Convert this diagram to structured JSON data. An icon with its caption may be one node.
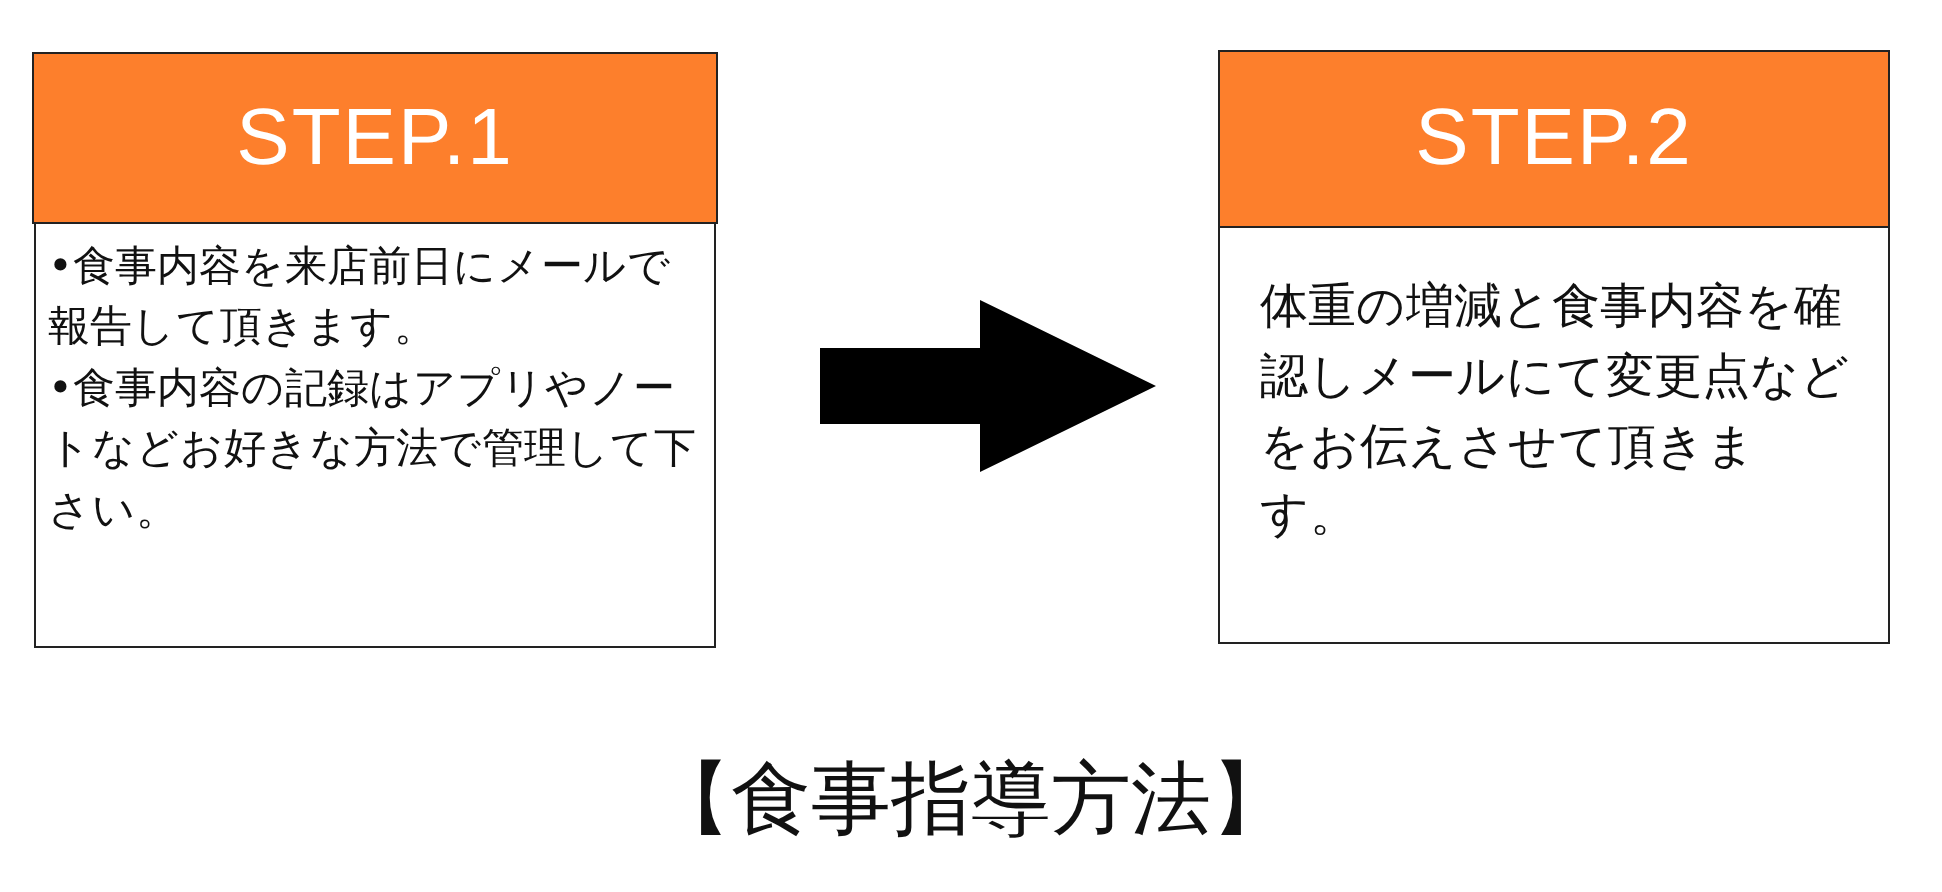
{
  "diagram": {
    "caption": "【食事指導方法】",
    "nodes": [
      {
        "text": [
          "STEP.1"
        ]
      },
      {
        "text": [
          "•食事内容を来店前日にメールで報告して頂きます。",
          "•食事内容の記録はアプリやノートなどお好きな方法で管理して下さい。"
        ]
      },
      {
        "text": [
          "STEP.2"
        ]
      },
      {
        "text": [
          "体重の増減と食事内容を確認しメールにて変更点などをお伝えさせて頂きます。"
        ]
      }
    ],
    "edges": [
      {
        "from": 1,
        "to": 3,
        "arrow": "to",
        "style": "thick"
      }
    ]
  }
}
